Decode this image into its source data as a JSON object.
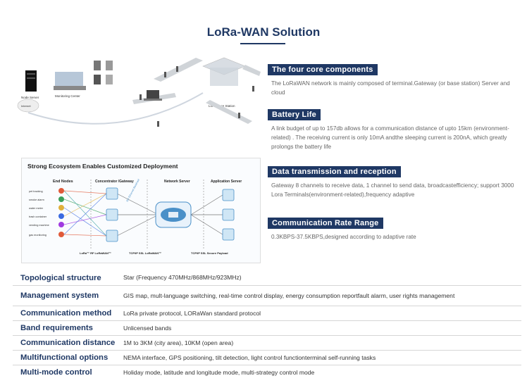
{
  "title": "LoRa-WAN Solution",
  "network_diagram": {
    "node_server": "Node Server",
    "monitoring_center": "Monitoring Center",
    "internet": "Internet",
    "base_station": "LoRa Base Station"
  },
  "ecosystem": {
    "title": "Strong Ecosystem Enables Customized Deployment",
    "columns": {
      "end_nodes": "End Nodes",
      "gateway": "Concentrator /Gateway",
      "network_server": "Network Server",
      "application_server": "Application Server"
    },
    "backhaul": "3G/ Ethernet Backhaul",
    "nodes": [
      "pet tracking",
      "smoke alarm",
      "water meter",
      "trash container",
      "vending machine",
      "gas monitoring"
    ],
    "bottom_labels": {
      "rf": "LoRa™ RF LoRaWAN™",
      "tcp1": "TCP/IP SSL LoRaWAN™",
      "tcp2": "TCP/IP SSL Secure Payload"
    }
  },
  "features": [
    {
      "heading": "The four core components",
      "body": "The LoRaWAN network is mainly composed of terminal.Gateway (or base station) Server and cloud"
    },
    {
      "heading": "Battery Life",
      "body": "A link budget of up to 157db allows for a communication distance of upto 15km (environment-related) . The receiving current is only 10mA andthe sleeping current is 200nA, which greatly prolongs the battery life"
    },
    {
      "heading": "Data transmission and reception",
      "body": "Gateway 8 channels to receive data, 1 channel to send data, broadcastefficiency; support 3000 Lora Terminals(environment-related),frequency adaptive"
    },
    {
      "heading": "Communication Rate Range",
      "body": "0.3KBPS-37.5KBPS,designed according to adaptive rate"
    }
  ],
  "specs": [
    {
      "label": "Topological structure",
      "value": "Star (Frequency 470MHz/868MHz/923MHz)"
    },
    {
      "label": "Management system",
      "value": "GIS map, mult-language switching, real-time control display, energy consumption reportfault alarm, user rights management"
    },
    {
      "label": "Communication method",
      "value": "LoRa private protocol, LORaWan standard protocol"
    },
    {
      "label": "Band requirements",
      "value": "Unlicensed bands"
    },
    {
      "label": "Communication distance",
      "value": "1M to 3KM (city area), 10KM (open area)"
    },
    {
      "label": "Multifunctional options",
      "value": "NEMA interface, GPS positioning, tilt detection, light control functionterminal self-running tasks"
    },
    {
      "label": "Multi-mode control",
      "value": "Holiday mode, latitude and longitude mode, multi-strategy control mode"
    }
  ],
  "colors": {
    "accent": "#1f3864",
    "text": "#666666",
    "link": "#4a90c8"
  }
}
